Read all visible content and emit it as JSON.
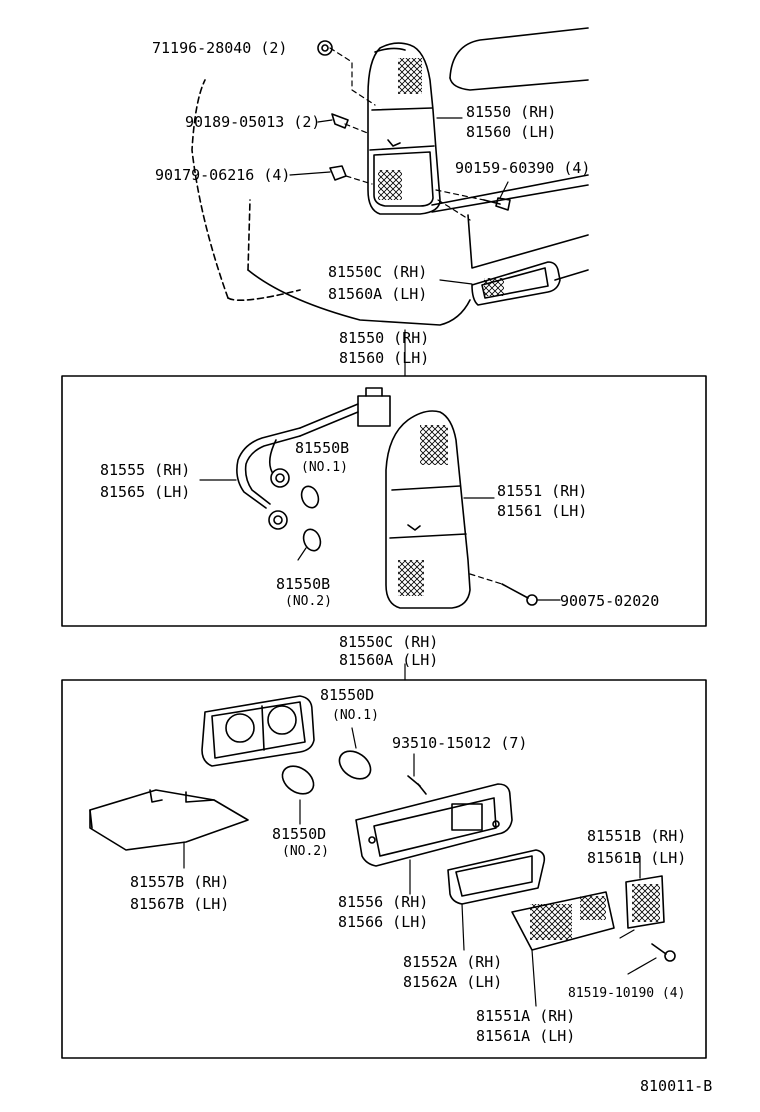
{
  "top": {
    "p71196": "71196-28040 (2)",
    "p90189": "90189-05013 (2)",
    "p90179": "90179-06216 (4)",
    "p90159": "90159-60390 (4)",
    "p81550": "81550 (RH)",
    "p81560": "81560 (LH)",
    "p81550c": "81550C (RH)",
    "p81560a": "81560A (LH)"
  },
  "mid": {
    "head1": "81550 (RH)",
    "head2": "81560 (LH)",
    "p81555": "81555 (RH)",
    "p81565": "81565 (LH)",
    "p81550b1": "81550B",
    "no1": "(NO.1)",
    "p81550b2": "81550B",
    "no2": "(NO.2)",
    "p81551": "81551 (RH)",
    "p81561": "81561 (LH)",
    "p90075": "90075-02020"
  },
  "bottom": {
    "head1": "81550C (RH)",
    "head2": "81560A (LH)",
    "p81550d1": "81550D",
    "no1": "(NO.1)",
    "p93510": "93510-15012 (7)",
    "p81550d2": "81550D",
    "no2": "(NO.2)",
    "p81557b": "81557B (RH)",
    "p81567b": "81567B (LH)",
    "p81556": "81556 (RH)",
    "p81566": "81566 (LH)",
    "p81552a": "81552A (RH)",
    "p81562a": "81562A (LH)",
    "p81551a": "81551A (RH)",
    "p81561a": "81561A (LH)",
    "p81551b": "81551B (RH)",
    "p81561b": "81561B (LH)",
    "p81519": "81519-10190 (4)"
  },
  "footer": {
    "code": "810011-B"
  }
}
